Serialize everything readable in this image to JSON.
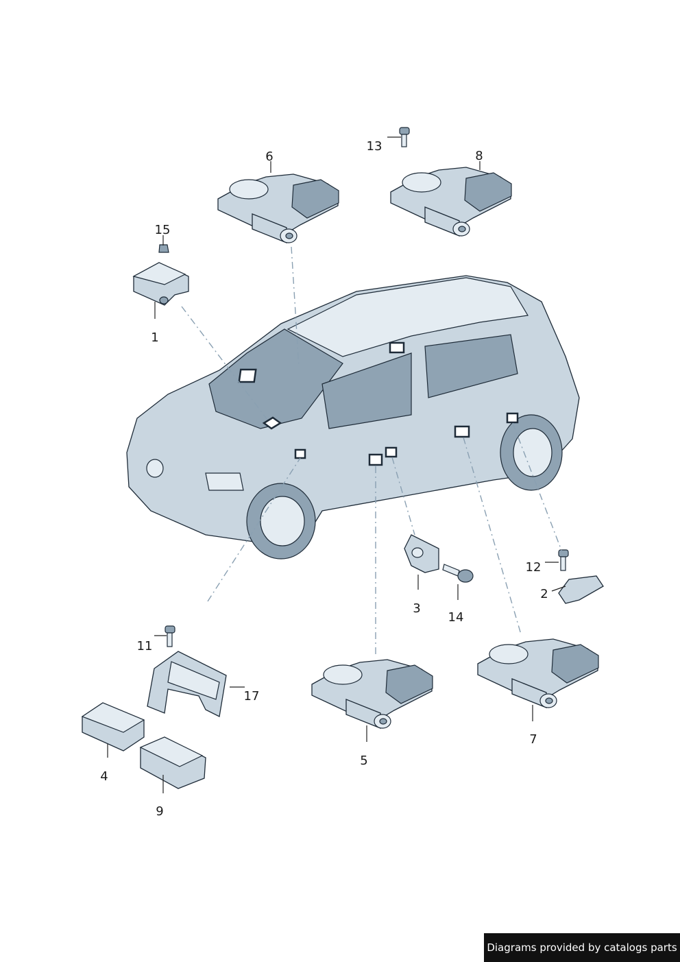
{
  "callouts": {
    "c1": "1",
    "c2": "2",
    "c3": "3",
    "c4": "4",
    "c5": "5",
    "c6": "6",
    "c7": "7",
    "c8": "8",
    "c9": "9",
    "c11": "11",
    "c12": "12",
    "c13": "13",
    "c14": "14",
    "c15": "15",
    "c17": "17"
  },
  "credit": "Diagrams provided by catalogs parts",
  "colors": {
    "part_fill": "#c9d6e0",
    "outline": "#1e2b38",
    "leader_dash": "#8aa0b2",
    "credit_bg": "#111111"
  }
}
